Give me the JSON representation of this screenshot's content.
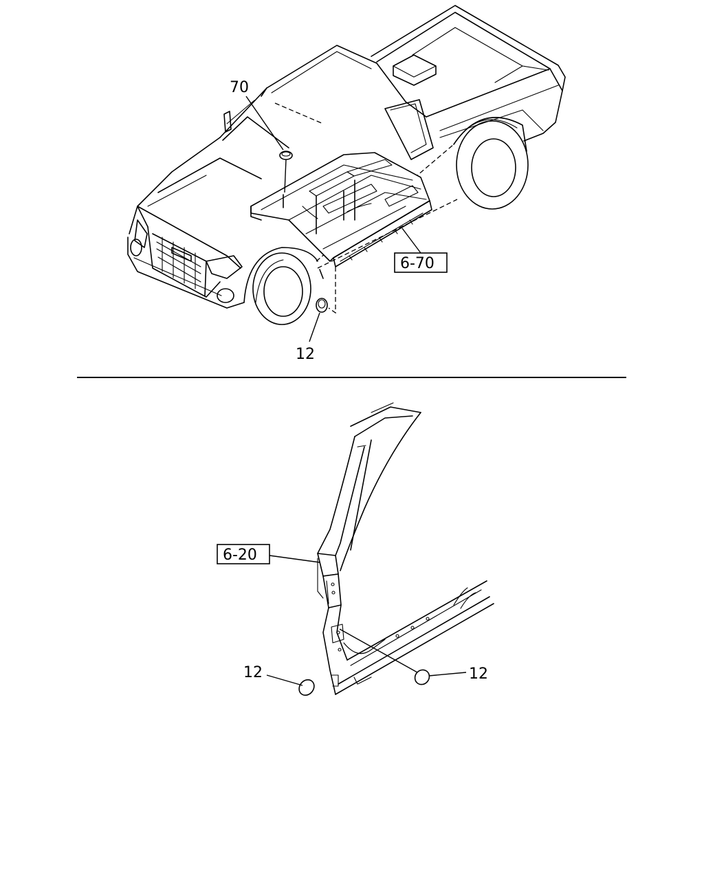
{
  "diagram": {
    "top_view": {
      "callouts": [
        {
          "id": "plug-roof",
          "label": "70"
        },
        {
          "id": "plug-floor",
          "label": "12"
        }
      ],
      "reference": {
        "label": "6-70"
      }
    },
    "bottom_view": {
      "callouts": [
        {
          "id": "plug-pillar-left",
          "label": "12"
        },
        {
          "id": "plug-pillar-right",
          "label": "12"
        }
      ],
      "reference": {
        "label": "6-20"
      }
    }
  }
}
